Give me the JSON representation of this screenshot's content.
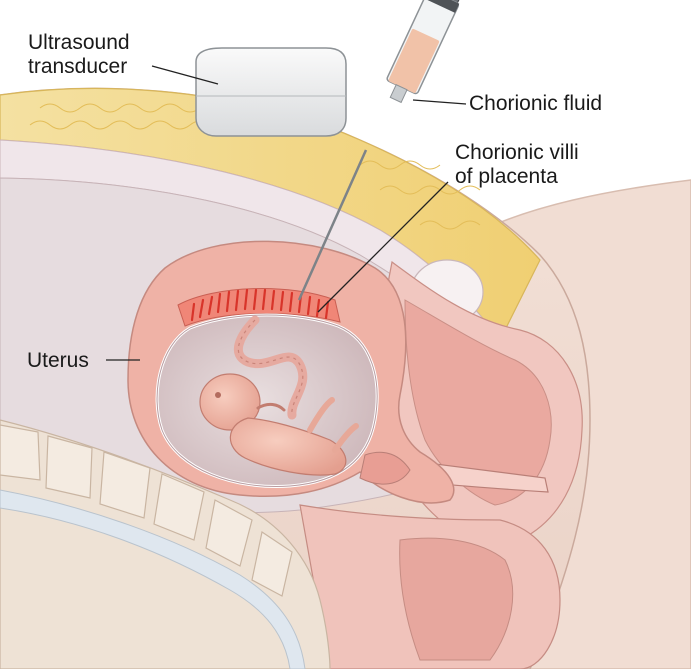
{
  "labels": {
    "transducer_line1": "Ultrasound",
    "transducer_line2": "transducer",
    "fluid": "Chorionic fluid",
    "villi_line1": "Chorionic villi",
    "villi_line2": "of placenta",
    "uterus": "Uterus"
  },
  "colors": {
    "skin": "#f2dcd2",
    "fat": "#f3d98a",
    "uterus_wall": "#eeb0a4",
    "amniotic_sac": "#d9c6c8",
    "fetus": "#f0b7a8",
    "villi": "#e0463c",
    "bone": "#eedfcf",
    "fluid": "#f1c2a8",
    "leader_line": "#222222"
  }
}
